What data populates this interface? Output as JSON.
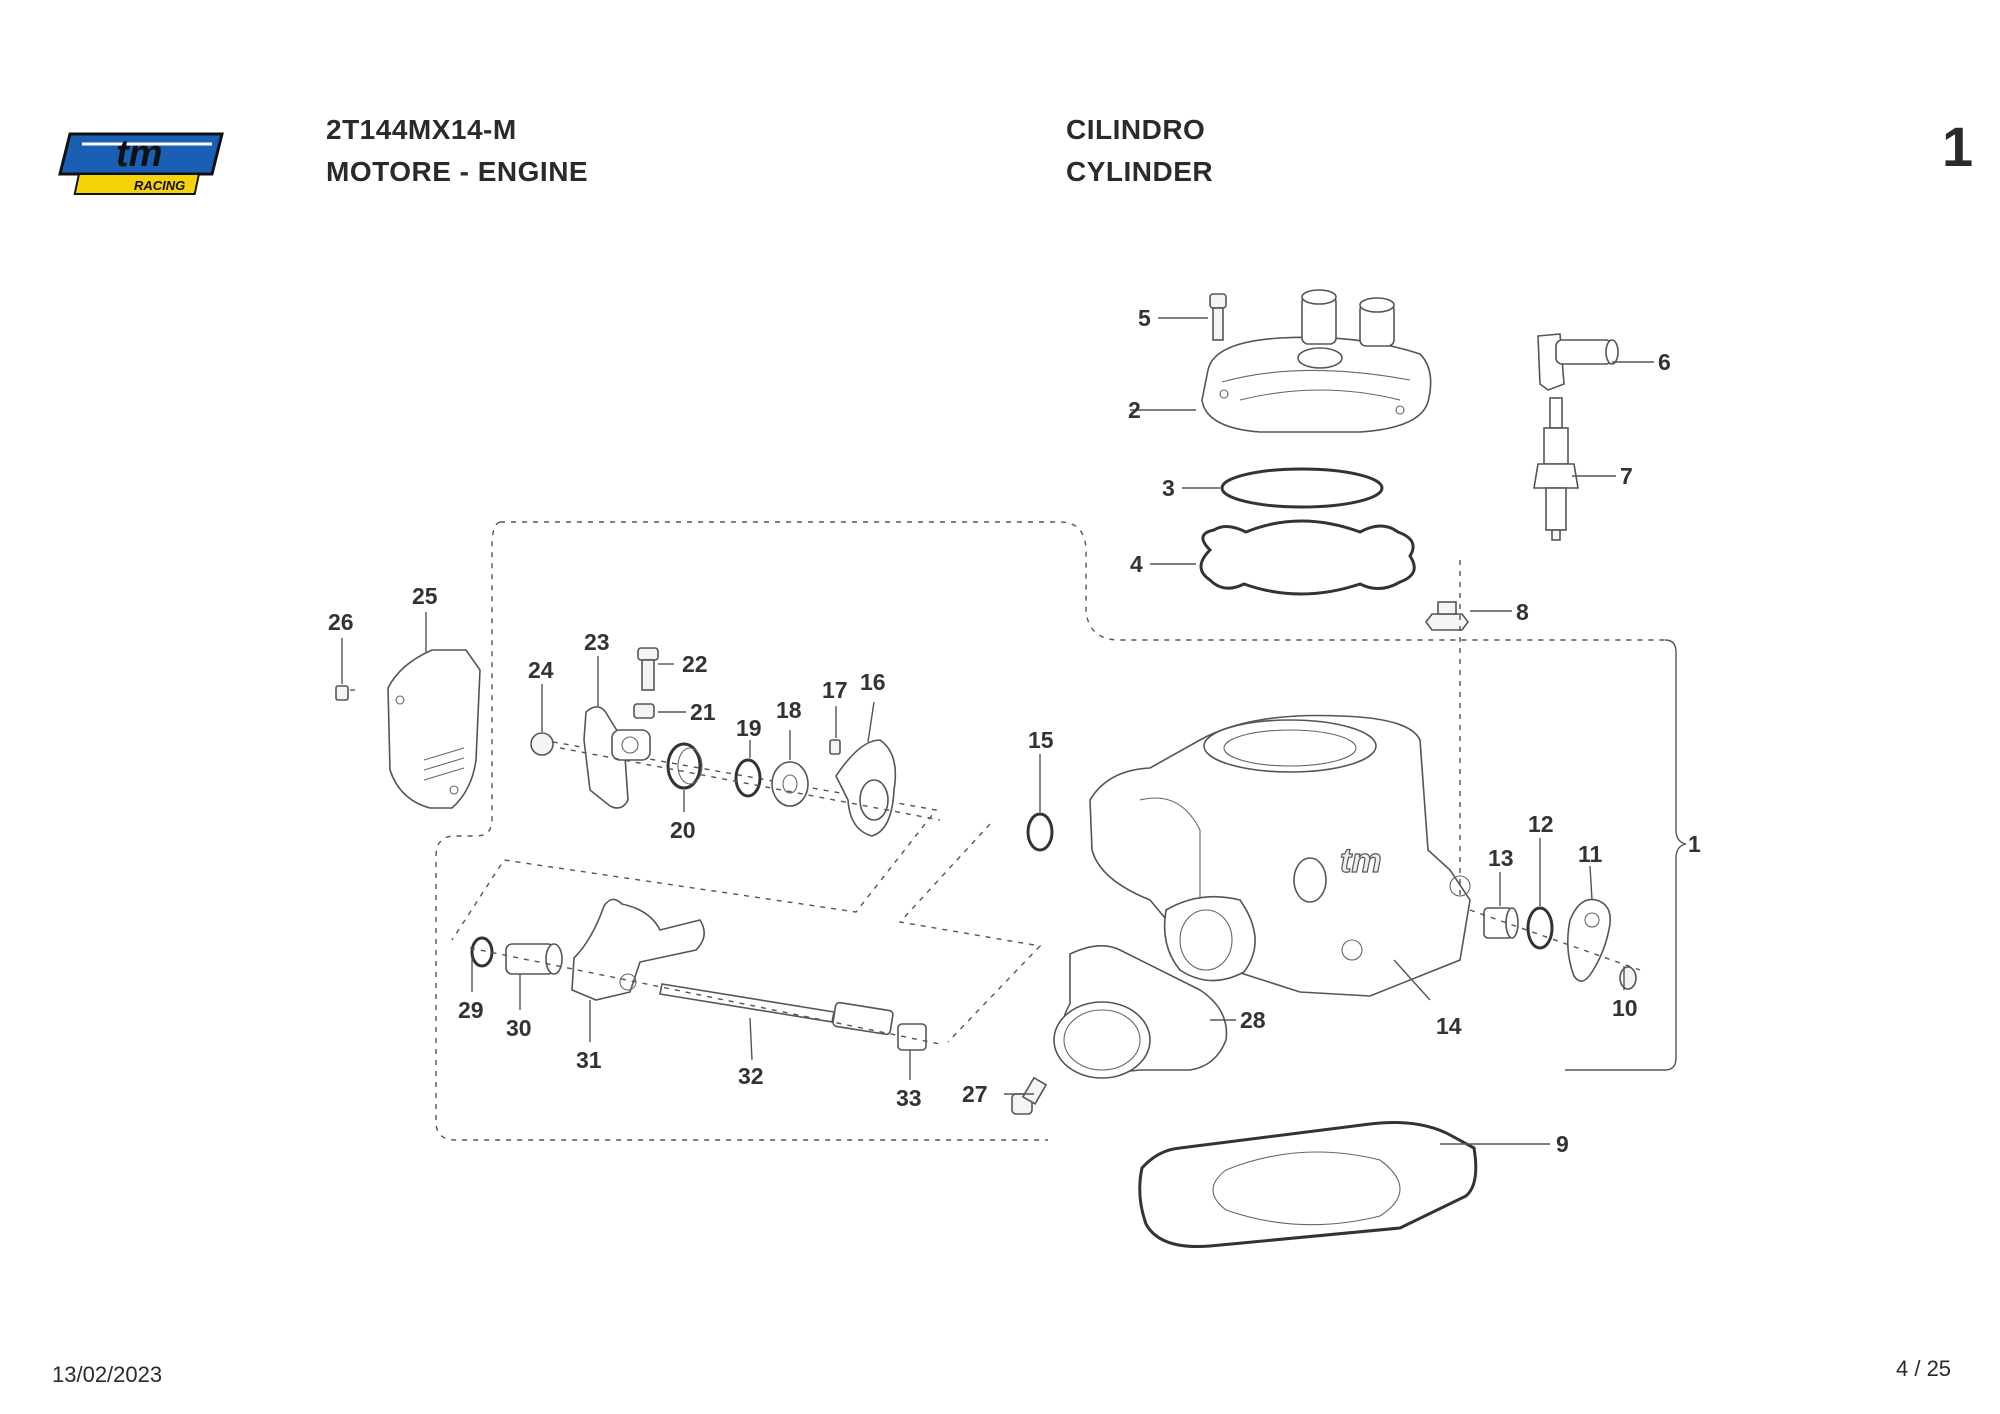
{
  "brand": {
    "logo_text": "tm",
    "logo_subtext": "RACING",
    "colors": {
      "logo_blue": "#1a5fb4",
      "logo_yellow": "#f5d20a",
      "outline": "#111111"
    }
  },
  "header": {
    "model_code": "2T144MX14-M",
    "group_name": "MOTORE - ENGINE",
    "section_it": "CILINDRO",
    "section_en": "CYLINDER",
    "section_number": "1"
  },
  "footer": {
    "date": "13/02/2023",
    "page": "4 / 25"
  },
  "callouts": {
    "c1": "1",
    "c2": "2",
    "c3": "3",
    "c4": "4",
    "c5": "5",
    "c6": "6",
    "c7": "7",
    "c8": "8",
    "c9": "9",
    "c10": "10",
    "c11": "11",
    "c12": "12",
    "c13": "13",
    "c14": "14",
    "c15": "15",
    "c16": "16",
    "c17": "17",
    "c18": "18",
    "c19": "19",
    "c20": "20",
    "c21": "21",
    "c22": "22",
    "c23": "23",
    "c24": "24",
    "c25": "25",
    "c26": "26",
    "c27": "27",
    "c28": "28",
    "c29": "29",
    "c30": "30",
    "c31": "31",
    "c32": "32",
    "c33": "33"
  }
}
